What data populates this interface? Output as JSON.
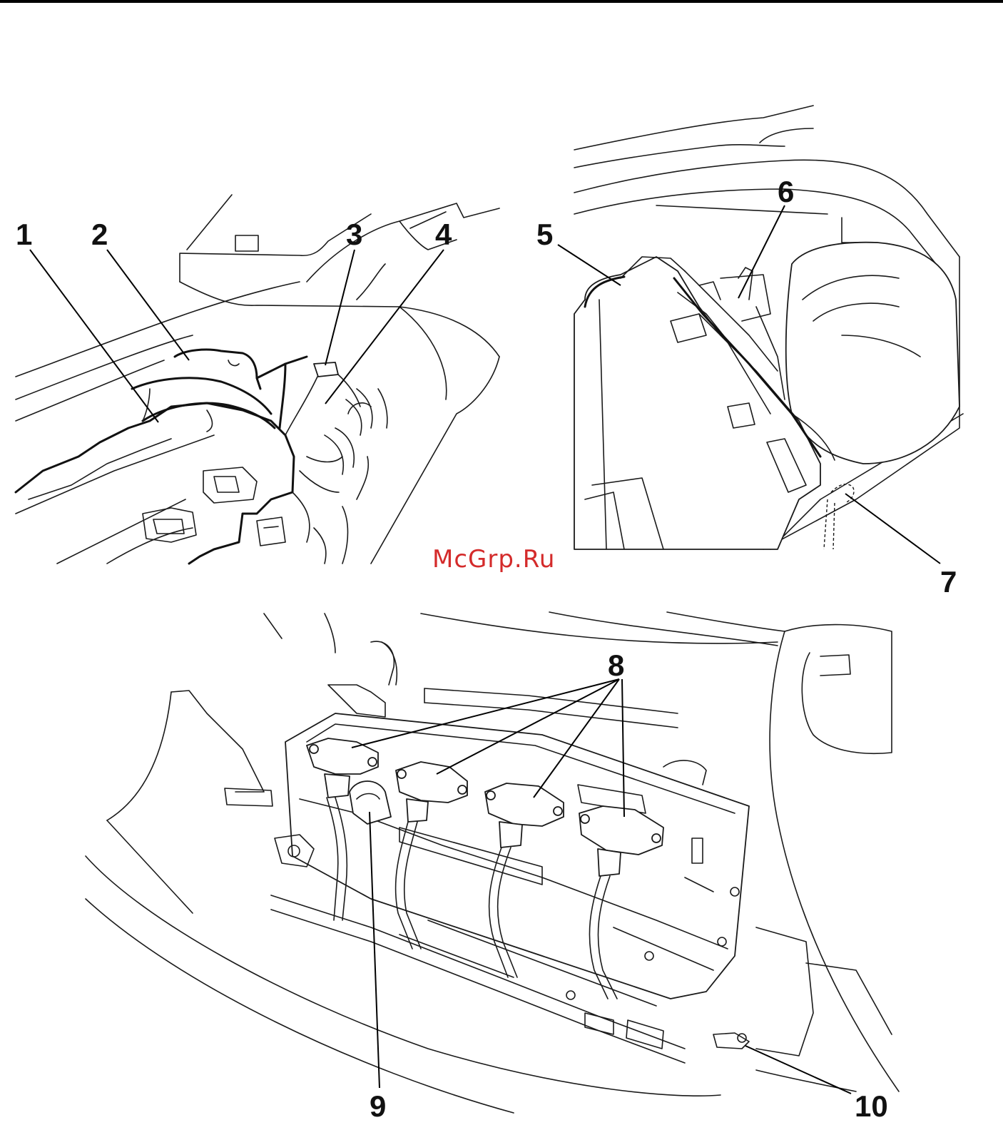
{
  "callouts": [
    {
      "id": "1",
      "label": "1"
    },
    {
      "id": "2",
      "label": "2"
    },
    {
      "id": "3",
      "label": "3"
    },
    {
      "id": "4",
      "label": "4"
    },
    {
      "id": "5",
      "label": "5"
    },
    {
      "id": "6",
      "label": "6"
    },
    {
      "id": "7",
      "label": "7"
    },
    {
      "id": "8",
      "label": "8"
    },
    {
      "id": "9",
      "label": "9"
    },
    {
      "id": "10",
      "label": "10"
    }
  ],
  "watermark": "McGrp.Ru",
  "colors": {
    "line": "#1a1a1a",
    "watermark": "#d42b2b",
    "background": "#ffffff"
  }
}
